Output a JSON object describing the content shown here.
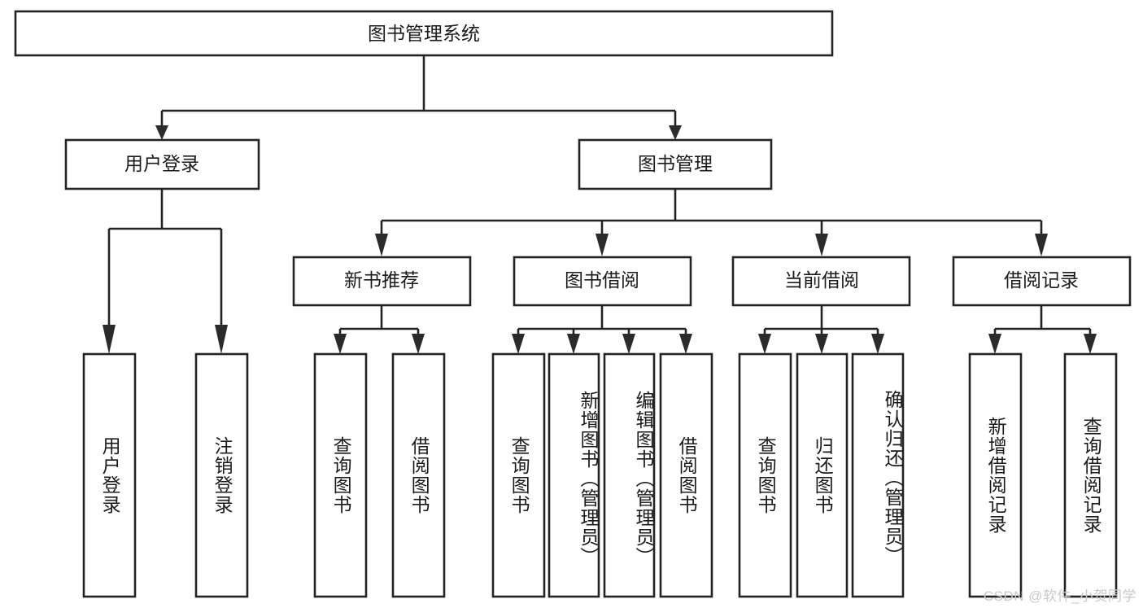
{
  "diagram": {
    "title": "图书管理系统",
    "type": "tree-hierarchy",
    "root": {
      "label": "图书管理系统"
    },
    "level2": [
      {
        "label": "用户登录"
      },
      {
        "label": "图书管理"
      }
    ],
    "level3": [
      {
        "label": "新书推荐"
      },
      {
        "label": "图书借阅"
      },
      {
        "label": "当前借阅"
      },
      {
        "label": "借阅记录"
      }
    ],
    "leaves": [
      {
        "label": "用户登录",
        "parent": "用户登录"
      },
      {
        "label": "注销登录",
        "parent": "用户登录"
      },
      {
        "label": "查询图书",
        "parent": "新书推荐"
      },
      {
        "label": "借阅图书",
        "parent": "新书推荐"
      },
      {
        "label": "查询图书",
        "parent": "图书借阅"
      },
      {
        "label": "新增图书（管理员）",
        "parent": "图书借阅"
      },
      {
        "label": "编辑图书（管理员）",
        "parent": "图书借阅"
      },
      {
        "label": "借阅图书",
        "parent": "图书借阅"
      },
      {
        "label": "查询图书",
        "parent": "当前借阅"
      },
      {
        "label": "归还图书",
        "parent": "当前借阅"
      },
      {
        "label": "确认归还（管理员）",
        "parent": "当前借阅"
      },
      {
        "label": "新增借阅记录",
        "parent": "借阅记录"
      },
      {
        "label": "查询借阅记录",
        "parent": "借阅记录"
      }
    ],
    "colors": {
      "stroke": "#232323",
      "fill": "#ffffff",
      "text": "#1b1b1b",
      "watermark": "#c9c9c9"
    }
  },
  "watermark": {
    "text": "CSDN @软件_小贺同学"
  }
}
